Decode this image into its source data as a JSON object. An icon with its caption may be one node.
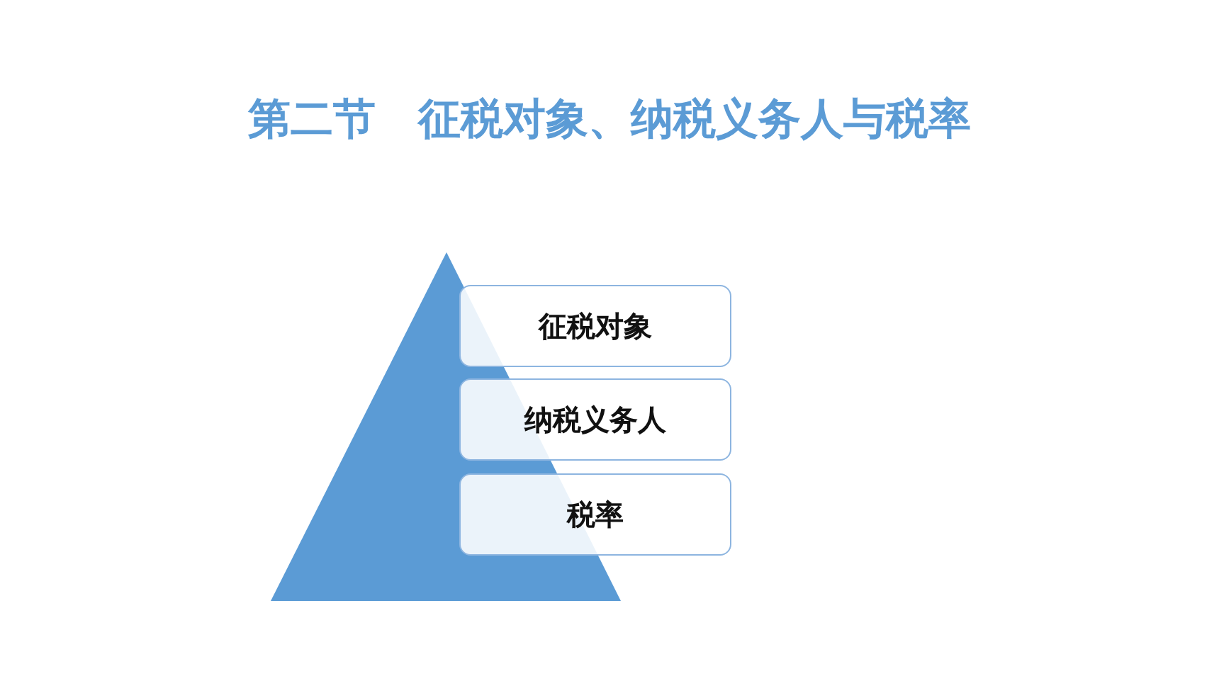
{
  "diagram": {
    "title": "第二节　征税对象、纳税义务人与税率",
    "nodes": [
      {
        "text": [
          "征税对象"
        ]
      },
      {
        "text": [
          "纳税义务人"
        ]
      },
      {
        "text": [
          "税率"
        ]
      }
    ]
  }
}
